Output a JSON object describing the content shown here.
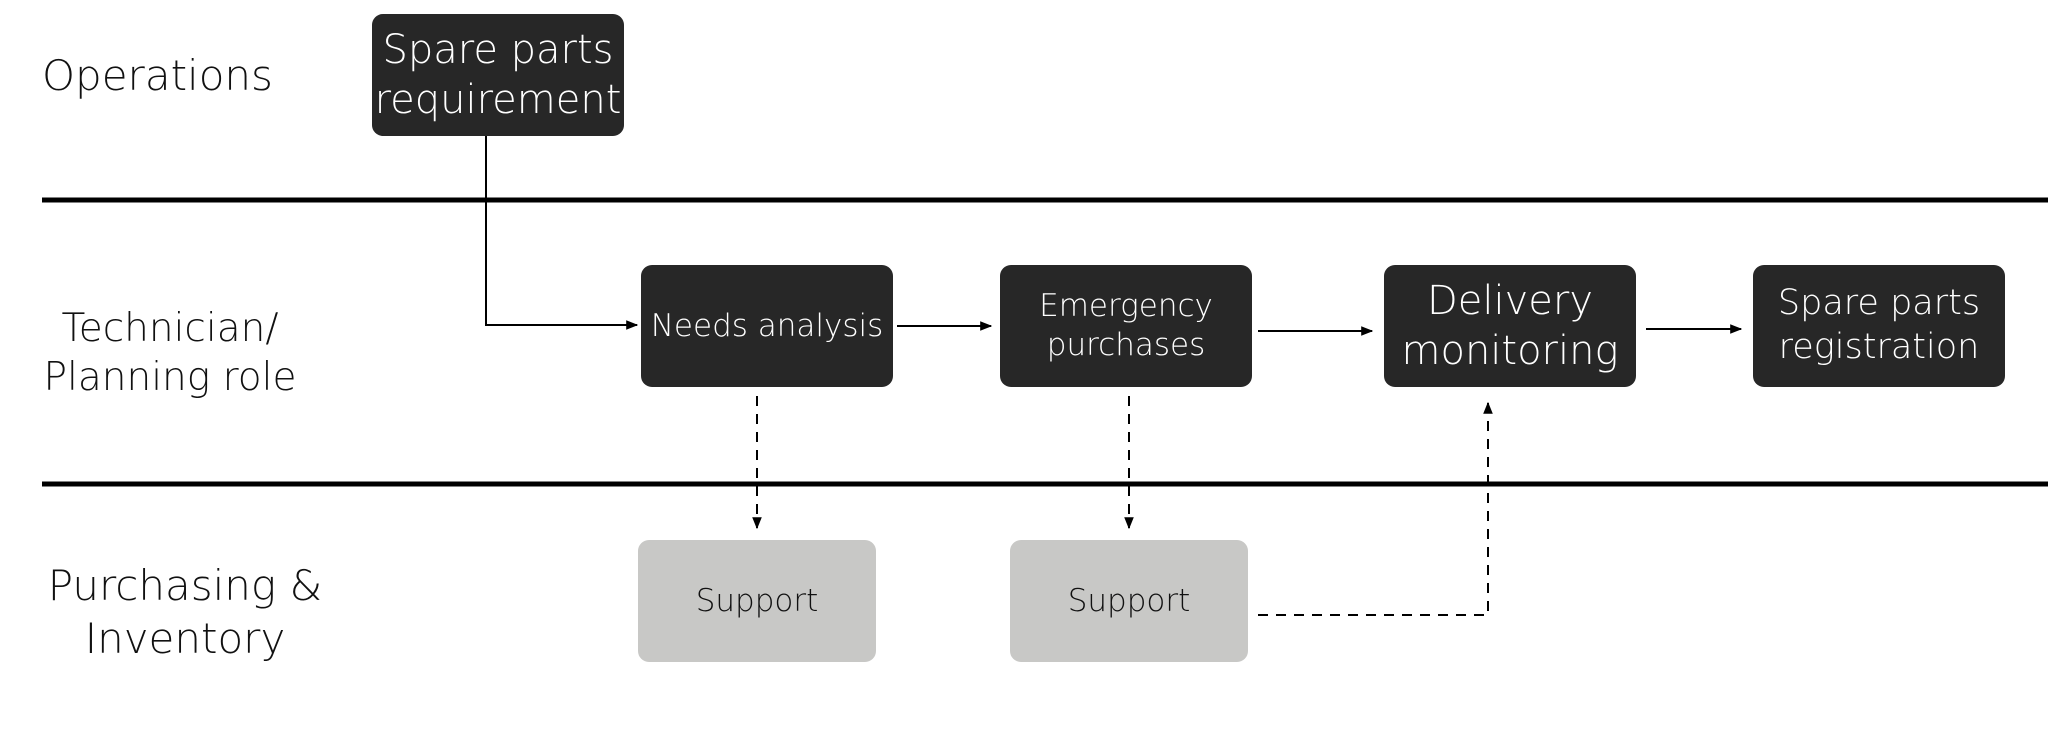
{
  "lanes": {
    "operations": "Operations",
    "technician": [
      "Technician/",
      "Planning role"
    ],
    "purchasing": [
      "Purchasing &",
      "Inventory"
    ]
  },
  "nodes": {
    "spare_parts_requirement": [
      "Spare parts",
      "requirement"
    ],
    "needs_analysis": "Needs analysis",
    "emergency_purchases": [
      "Emergency",
      "purchases"
    ],
    "delivery_monitoring": [
      "Delivery",
      "monitoring"
    ],
    "spare_parts_registration": [
      "Spare parts",
      "registration"
    ],
    "support_1": "Support",
    "support_2": "Support"
  },
  "colors": {
    "dark_node": "#272727",
    "light_node": "#c8c8c6",
    "lines": "#000000"
  }
}
